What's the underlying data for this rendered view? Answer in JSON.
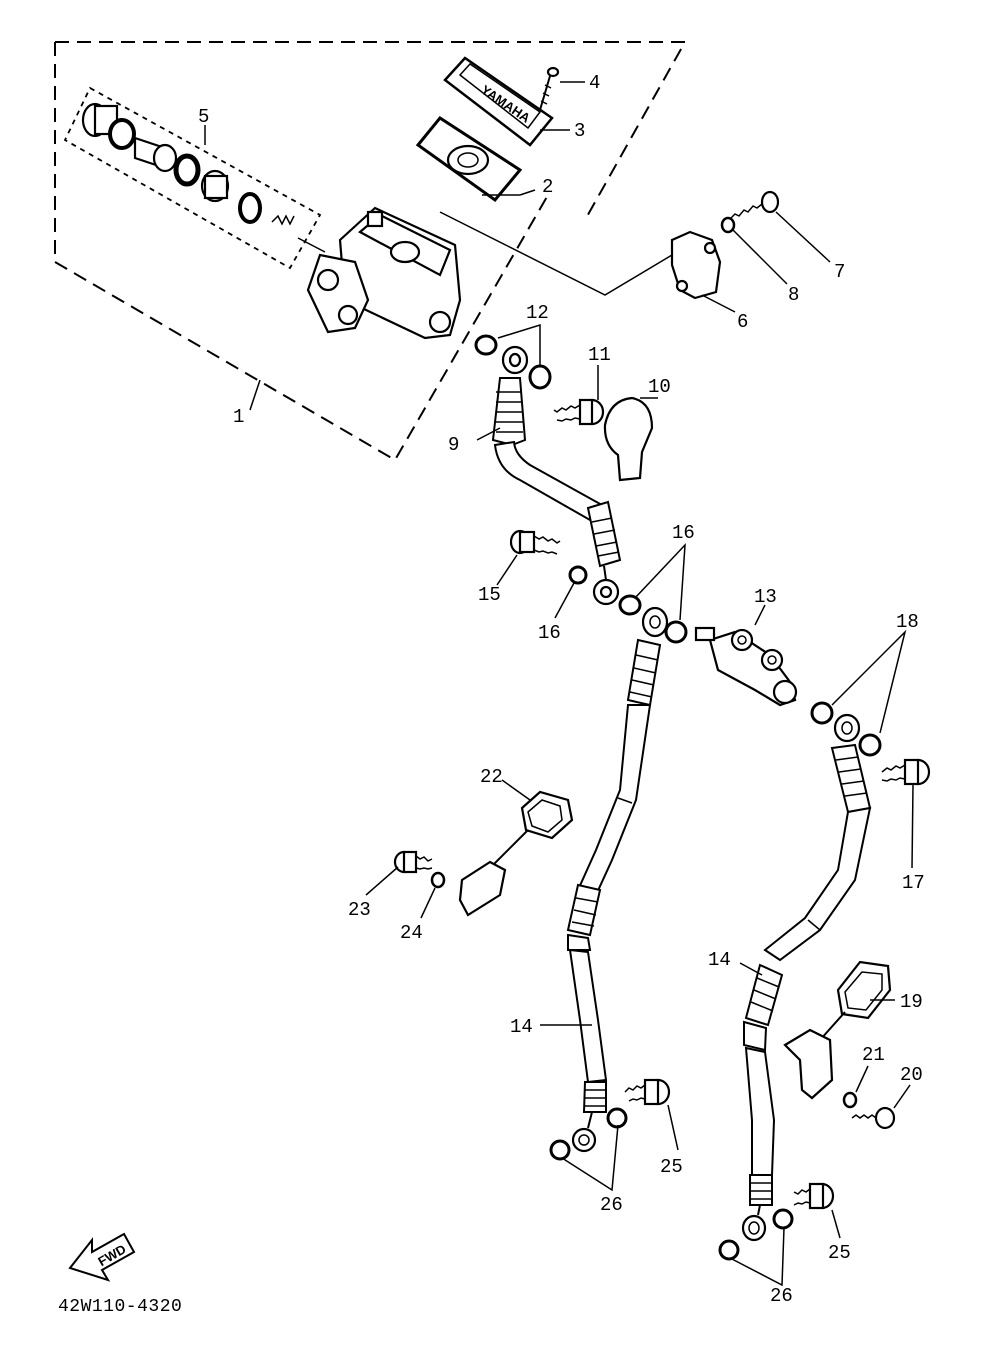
{
  "callouts": {
    "c1": "1",
    "c2": "2",
    "c3": "3",
    "c4": "4",
    "c5": "5",
    "c6": "6",
    "c7": "7",
    "c8": "8",
    "c9": "9",
    "c10": "10",
    "c11": "11",
    "c12": "12",
    "c13": "13",
    "c14a": "14",
    "c14b": "14",
    "c15": "15",
    "c16a": "16",
    "c16b": "16",
    "c17": "17",
    "c18": "18",
    "c19": "19",
    "c20": "20",
    "c21": "21",
    "c22": "22",
    "c23": "23",
    "c24": "24",
    "c25a": "25",
    "c25b": "25",
    "c26a": "26",
    "c26b": "26"
  },
  "fwd_label": "FWD",
  "diagram_code": "42W110-4320"
}
